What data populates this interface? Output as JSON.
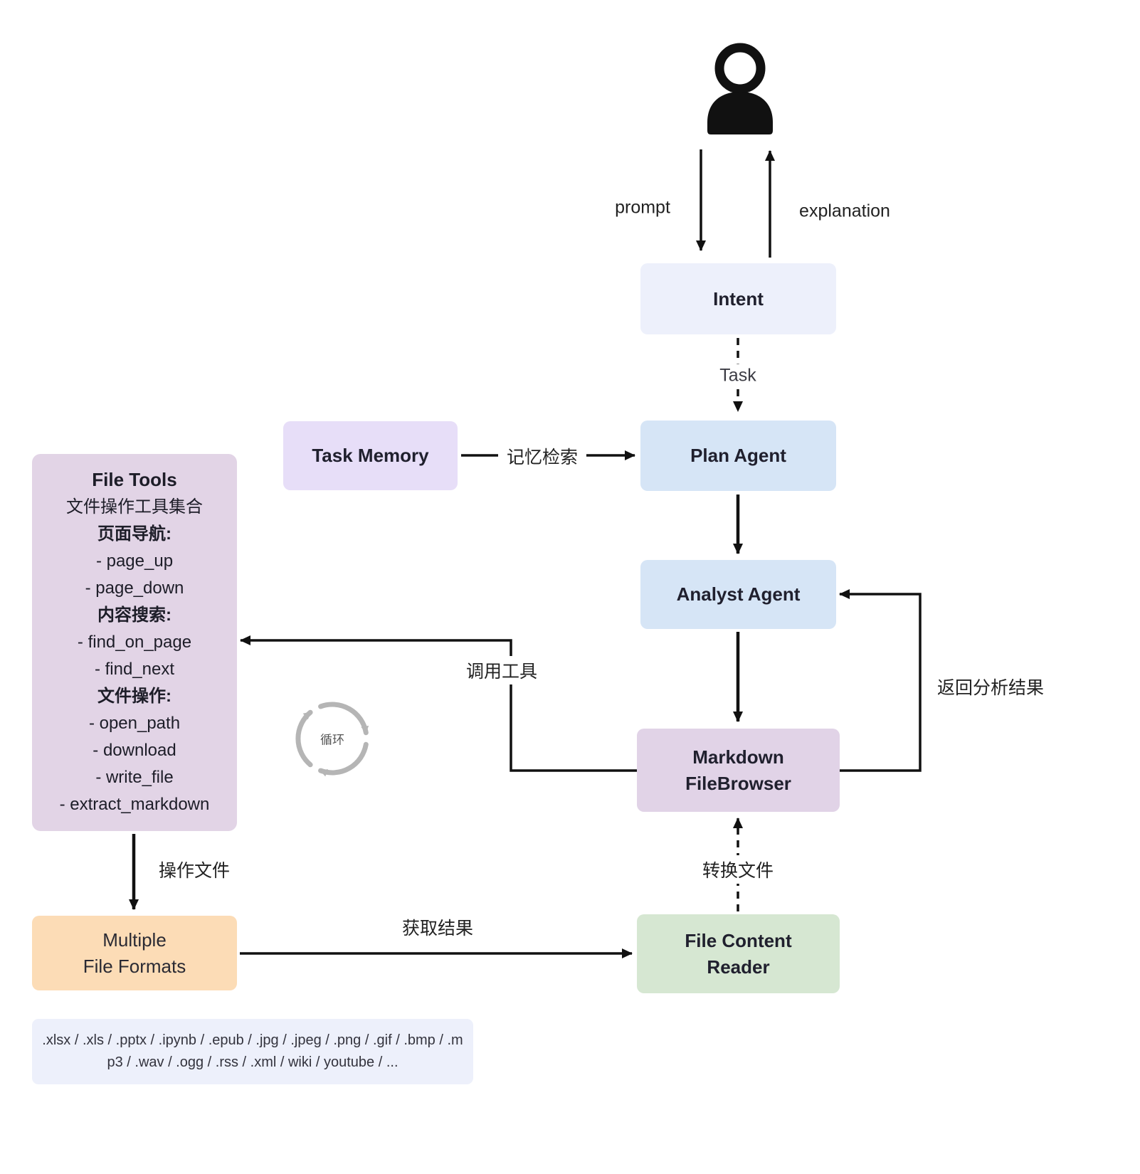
{
  "nodes": {
    "intent": {
      "label": "Intent",
      "bg": "#edf0fb"
    },
    "task_memory": {
      "label": "Task Memory",
      "bg": "#e7def8"
    },
    "plan_agent": {
      "label": "Plan Agent",
      "bg": "#d6e5f6"
    },
    "analyst_agent": {
      "label": "Analyst Agent",
      "bg": "#d6e5f6"
    },
    "markdown_filebrowser": {
      "line1": "Markdown",
      "line2": "FileBrowser",
      "bg": "#e1d3e7"
    },
    "multiple_file_formats": {
      "line1": "Multiple",
      "line2": "File Formats",
      "bg": "#fcdcb6"
    },
    "file_content_reader": {
      "line1": "File Content",
      "line2": "Reader",
      "bg": "#d6e7d2"
    }
  },
  "file_tools": {
    "title": "File Tools",
    "subtitle": "文件操作工具集合",
    "bg": "#e2d4e6",
    "lines": [
      "页面导航:",
      "- page_up",
      "- page_down",
      "内容搜索:",
      "- find_on_page",
      "- find_next",
      "文件操作:",
      "- open_path",
      "- download",
      "- write_file",
      "- extract_markdown"
    ]
  },
  "edge_labels": {
    "prompt": "prompt",
    "explanation": "explanation",
    "task": "Task",
    "memory_retrieval": "记忆检索",
    "call_tools": "调用工具",
    "return_analysis": "返回分析结果",
    "loop": "循环",
    "operate_files": "操作文件",
    "get_results": "获取结果",
    "convert_files": "转换文件"
  },
  "formats_box": {
    "line1": ".xlsx / .xls / .pptx / .ipynb / .epub / .jpg / .jpeg / .png / .gif / .bmp / .m",
    "line2": "p3 /  .wav / .ogg / .rss /  .xml / wiki / youtube / ...",
    "bg": "#edf0fb"
  },
  "colors": {
    "arrow": "#111111",
    "loop_icon": "#b5b5b5",
    "background": "#ffffff"
  }
}
